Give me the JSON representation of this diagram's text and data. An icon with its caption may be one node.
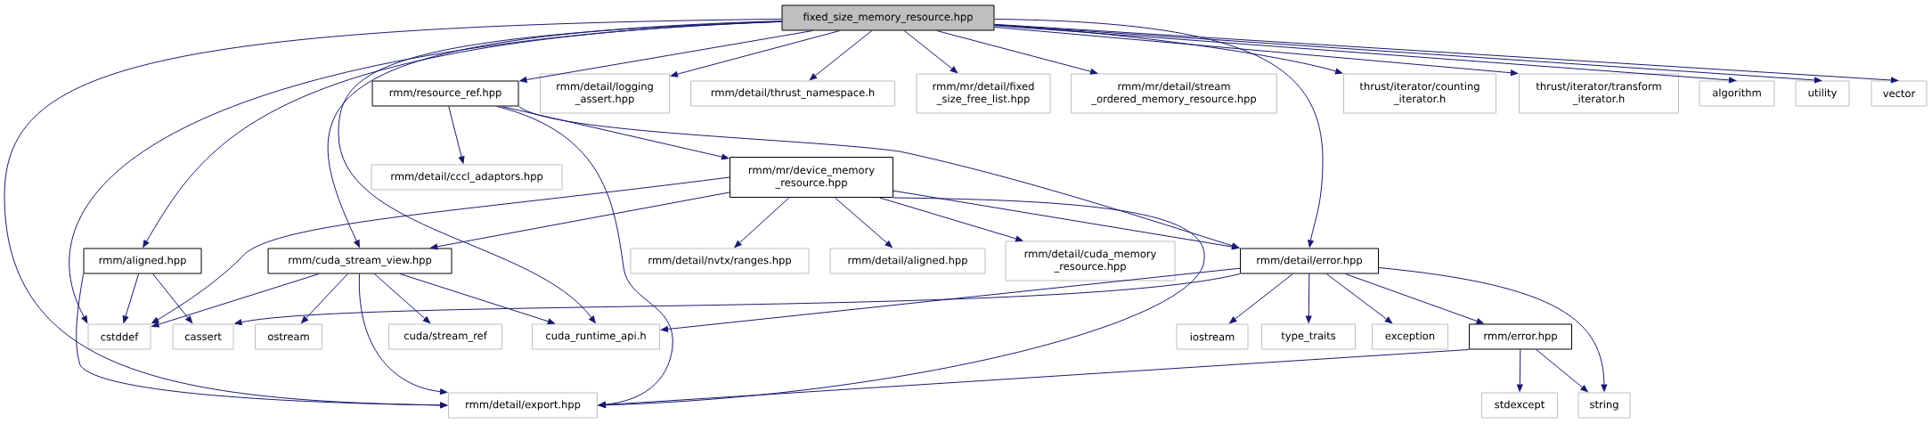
{
  "diagram": {
    "nodes": [
      {
        "text": [
          "fixed_size_memory_resource.hpp"
        ]
      },
      {
        "text": [
          "rmm/resource_ref.hpp"
        ]
      },
      {
        "text": [
          "rmm/detail/logging _assert.hpp"
        ]
      },
      {
        "text": [
          "rmm/detail/thrust_namespace.h"
        ]
      },
      {
        "text": [
          "rmm/mr/detail/fixed _size_free_list.hpp"
        ]
      },
      {
        "text": [
          "rmm/mr/detail/stream _ordered_memory_resource.hpp"
        ]
      },
      {
        "text": [
          "thrust/iterator/counting _iterator.h"
        ]
      },
      {
        "text": [
          "thrust/iterator/transform _iterator.h"
        ]
      },
      {
        "text": [
          "algorithm"
        ]
      },
      {
        "text": [
          "utility"
        ]
      },
      {
        "text": [
          "vector"
        ]
      },
      {
        "text": [
          "rmm/detail/cccl_adaptors.hpp"
        ]
      },
      {
        "text": [
          "rmm/mr/device_memory _resource.hpp"
        ]
      },
      {
        "text": [
          "rmm/aligned.hpp"
        ]
      },
      {
        "text": [
          "rmm/cuda_stream_view.hpp"
        ]
      },
      {
        "text": [
          "rmm/detail/nvtx/ranges.hpp"
        ]
      },
      {
        "text": [
          "rmm/detail/aligned.hpp"
        ]
      },
      {
        "text": [
          "rmm/detail/cuda_memory _resource.hpp"
        ]
      },
      {
        "text": [
          "rmm/detail/error.hpp"
        ]
      },
      {
        "text": [
          "cstddef"
        ]
      },
      {
        "text": [
          "cassert"
        ]
      },
      {
        "text": [
          "ostream"
        ]
      },
      {
        "text": [
          "cuda/stream_ref"
        ]
      },
      {
        "text": [
          "cuda_runtime_api.h"
        ]
      },
      {
        "text": [
          "iostream"
        ]
      },
      {
        "text": [
          "type_traits"
        ]
      },
      {
        "text": [
          "exception"
        ]
      },
      {
        "text": [
          "rmm/error.hpp"
        ]
      },
      {
        "text": [
          "rmm/detail/export.hpp"
        ]
      },
      {
        "text": [
          "stdexcept"
        ]
      },
      {
        "text": [
          "string"
        ]
      }
    ],
    "edges": [
      {
        "from": 0,
        "to": 1,
        "arrow": "to"
      },
      {
        "from": 0,
        "to": 2,
        "arrow": "to"
      },
      {
        "from": 0,
        "to": 3,
        "arrow": "to"
      },
      {
        "from": 0,
        "to": 4,
        "arrow": "to"
      },
      {
        "from": 0,
        "to": 5,
        "arrow": "to"
      },
      {
        "from": 0,
        "to": 6,
        "arrow": "to"
      },
      {
        "from": 0,
        "to": 7,
        "arrow": "to"
      },
      {
        "from": 0,
        "to": 8,
        "arrow": "to"
      },
      {
        "from": 0,
        "to": 9,
        "arrow": "to"
      },
      {
        "from": 0,
        "to": 10,
        "arrow": "to"
      },
      {
        "from": 0,
        "to": 13,
        "arrow": "to"
      },
      {
        "from": 0,
        "to": 14,
        "arrow": "to"
      },
      {
        "from": 0,
        "to": 19,
        "arrow": "to"
      },
      {
        "from": 0,
        "to": 28,
        "arrow": "to"
      },
      {
        "from": 0,
        "to": 23,
        "arrow": "to"
      },
      {
        "from": 0,
        "to": 18,
        "arrow": "to"
      },
      {
        "from": 1,
        "to": 11,
        "arrow": "to"
      },
      {
        "from": 1,
        "to": 12,
        "arrow": "to"
      },
      {
        "from": 1,
        "to": 18,
        "arrow": "to"
      },
      {
        "from": 1,
        "to": 28,
        "arrow": "to"
      },
      {
        "from": 12,
        "to": 19,
        "arrow": "to"
      },
      {
        "from": 12,
        "to": 14,
        "arrow": "to"
      },
      {
        "from": 12,
        "to": 15,
        "arrow": "to"
      },
      {
        "from": 12,
        "to": 16,
        "arrow": "to"
      },
      {
        "from": 12,
        "to": 17,
        "arrow": "to"
      },
      {
        "from": 12,
        "to": 18,
        "arrow": "to"
      },
      {
        "from": 12,
        "to": 28,
        "arrow": "to"
      },
      {
        "from": 13,
        "to": 19,
        "arrow": "to"
      },
      {
        "from": 13,
        "to": 20,
        "arrow": "to"
      },
      {
        "from": 13,
        "to": 28,
        "arrow": "to"
      },
      {
        "from": 14,
        "to": 19,
        "arrow": "to"
      },
      {
        "from": 14,
        "to": 21,
        "arrow": "to"
      },
      {
        "from": 14,
        "to": 22,
        "arrow": "to"
      },
      {
        "from": 14,
        "to": 23,
        "arrow": "to"
      },
      {
        "from": 14,
        "to": 28,
        "arrow": "to"
      },
      {
        "from": 18,
        "to": 20,
        "arrow": "to"
      },
      {
        "from": 18,
        "to": 23,
        "arrow": "to"
      },
      {
        "from": 18,
        "to": 24,
        "arrow": "to"
      },
      {
        "from": 18,
        "to": 25,
        "arrow": "to"
      },
      {
        "from": 18,
        "to": 26,
        "arrow": "to"
      },
      {
        "from": 18,
        "to": 27,
        "arrow": "to"
      },
      {
        "from": 18,
        "to": 30,
        "arrow": "to"
      },
      {
        "from": 27,
        "to": 28,
        "arrow": "to"
      },
      {
        "from": 27,
        "to": 29,
        "arrow": "to"
      },
      {
        "from": 27,
        "to": 30,
        "arrow": "to"
      }
    ]
  }
}
